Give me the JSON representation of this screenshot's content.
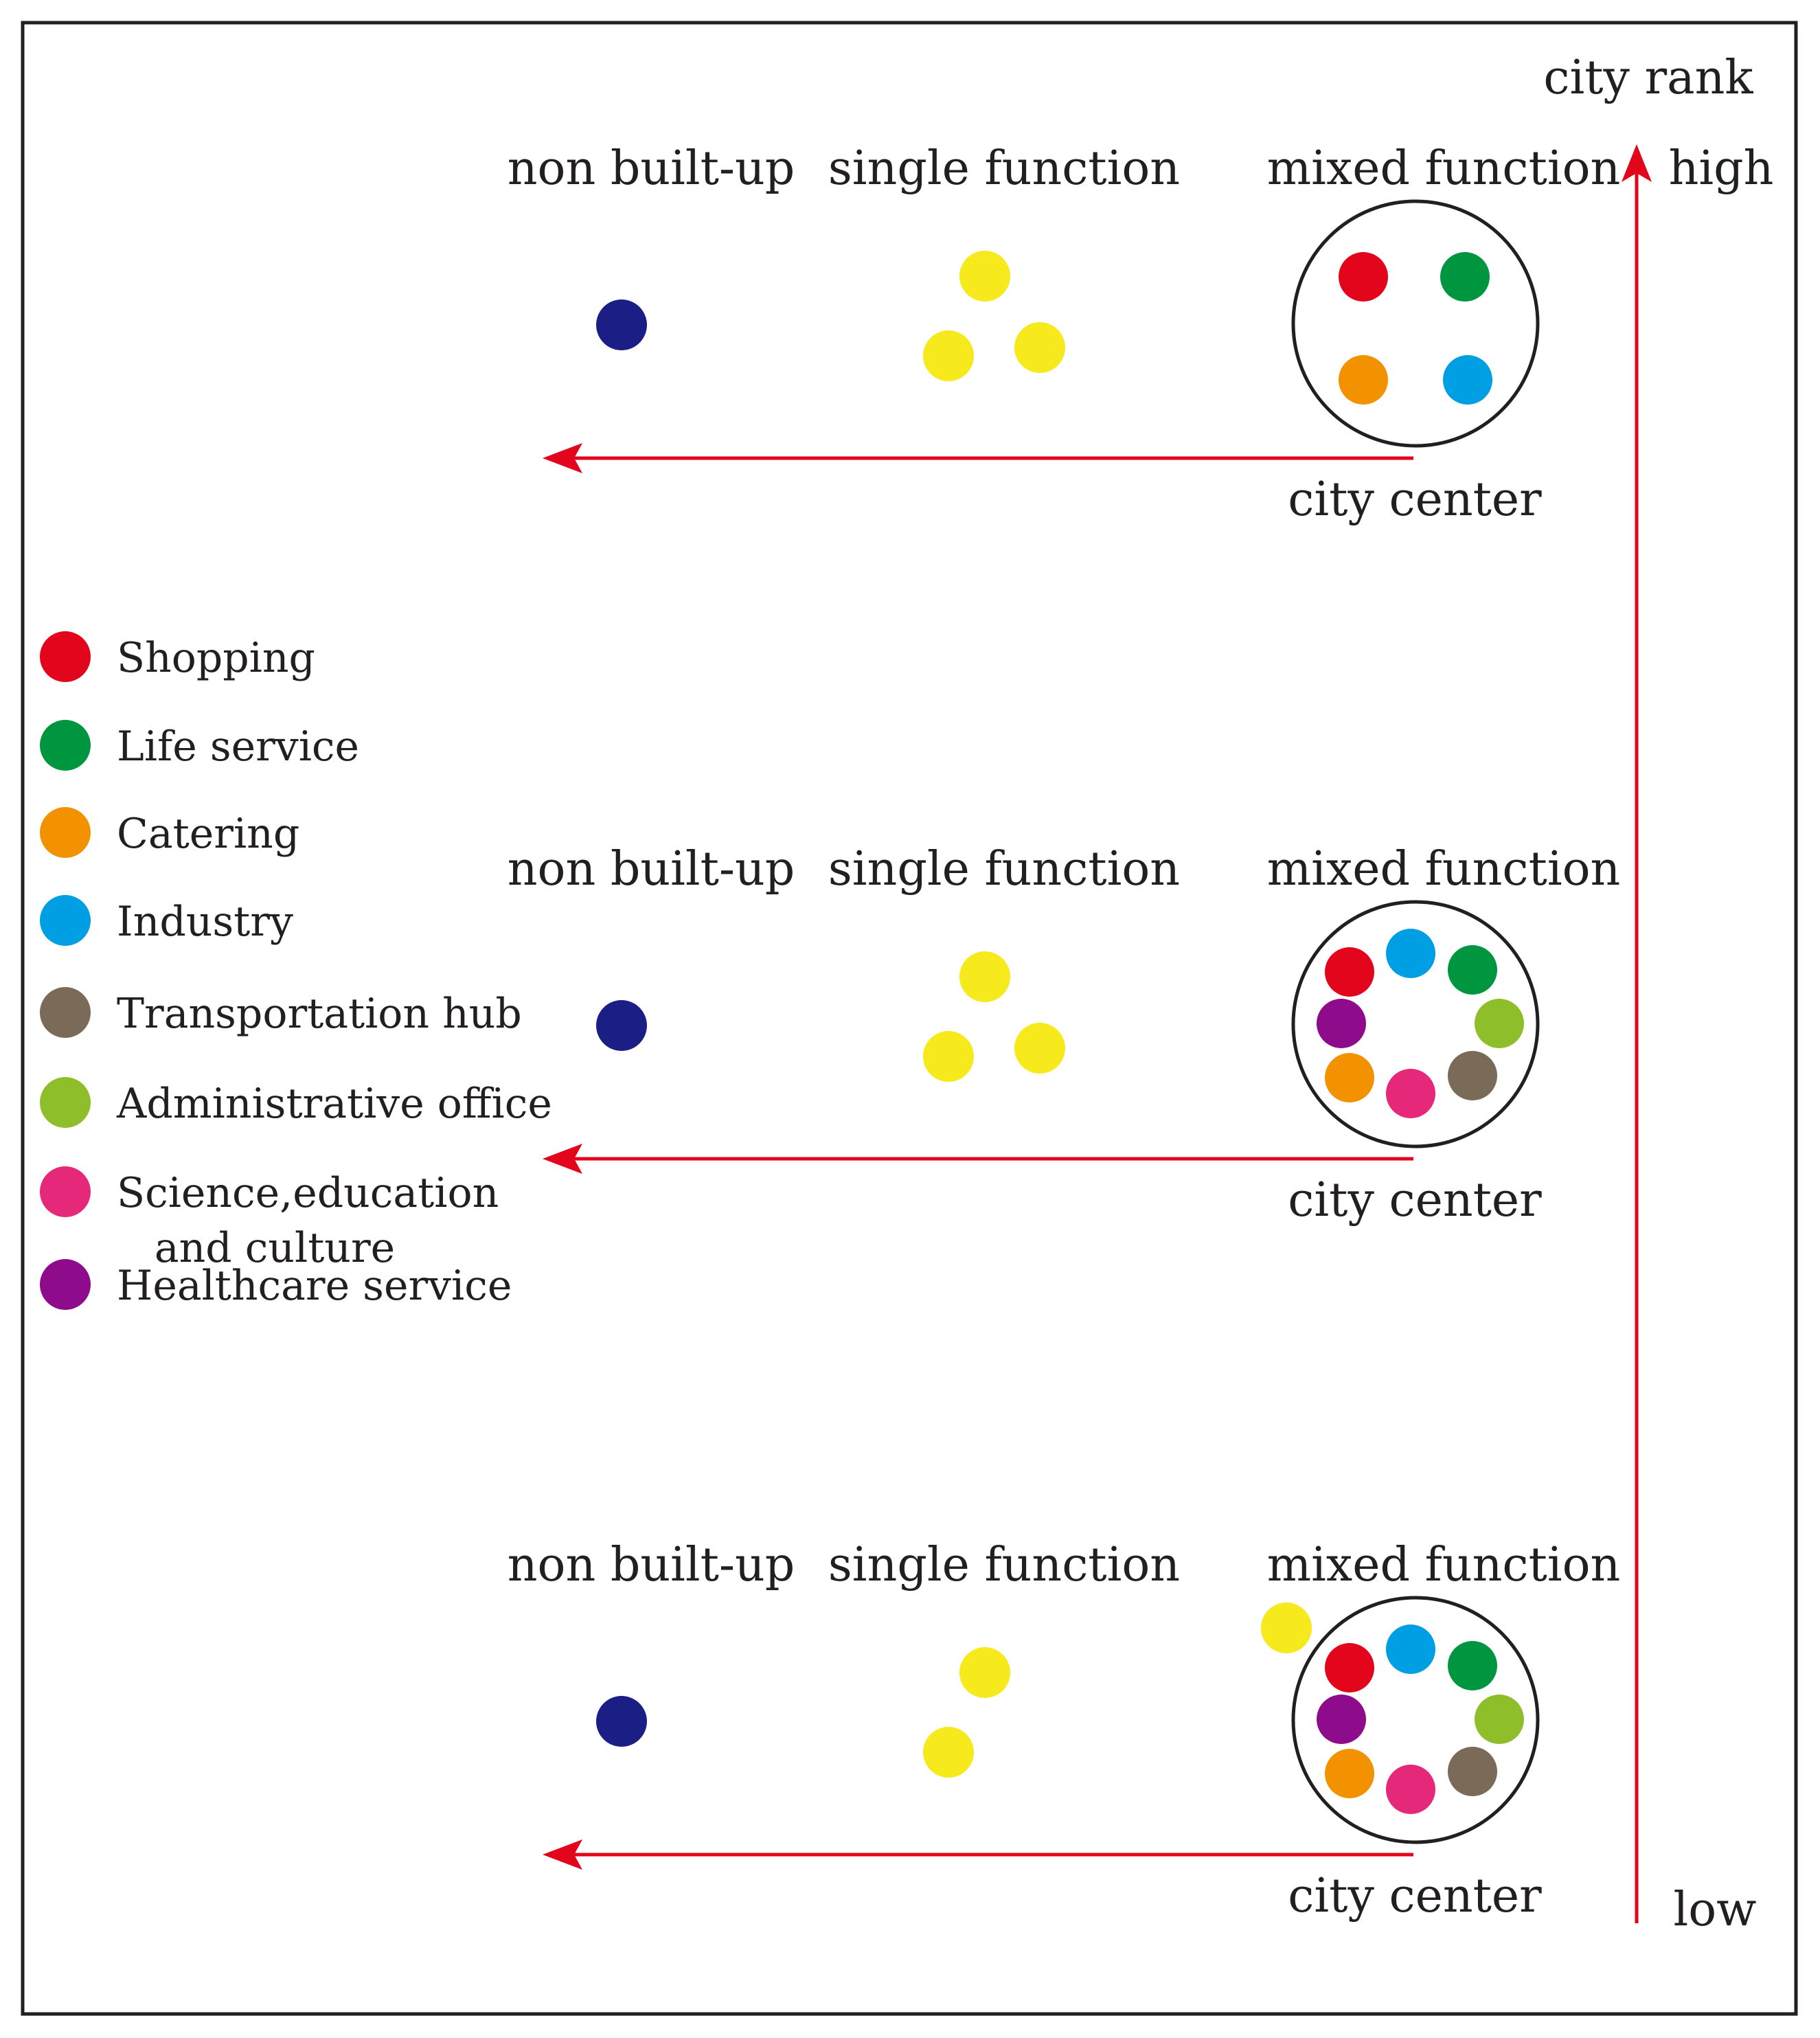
{
  "rows": [
    {
      "headers": {
        "non_built_up": "non built-up",
        "single_function": "single function",
        "mixed_function": "mixed function"
      },
      "center_label": "city center",
      "non_built_up_dot_color": "#1b1e85",
      "single_function_dot_color": "#f6e91c",
      "single_function_dot_count": 3,
      "mixed_function_colors": [
        "#e3051b",
        "#009640",
        "#f39200",
        "#009fe3"
      ],
      "outlier_single_function_dots": 0
    },
    {
      "headers": {
        "non_built_up": "non built-up",
        "single_function": "single function",
        "mixed_function": "mixed function"
      },
      "center_label": "city center",
      "non_built_up_dot_color": "#1b1e85",
      "single_function_dot_color": "#f6e91c",
      "single_function_dot_count": 3,
      "mixed_function_colors": [
        "#e3051b",
        "#009fe3",
        "#009640",
        "#8ebe2a",
        "#7a6a58",
        "#e6287a",
        "#f39200",
        "#8e0c8c"
      ],
      "outlier_single_function_dots": 0
    },
    {
      "headers": {
        "non_built_up": "non built-up",
        "single_function": "single function",
        "mixed_function": "mixed function"
      },
      "center_label": "city center",
      "non_built_up_dot_color": "#1b1e85",
      "single_function_dot_color": "#f6e91c",
      "single_function_dot_count": 2,
      "mixed_function_colors": [
        "#e3051b",
        "#009fe3",
        "#009640",
        "#8ebe2a",
        "#7a6a58",
        "#e6287a",
        "#f39200",
        "#8e0c8c"
      ],
      "outlier_single_function_dots": 1
    }
  ],
  "axis": {
    "title": "city rank",
    "high_label": "high",
    "low_label": "low"
  },
  "legend": [
    {
      "lines": [
        "Shopping"
      ],
      "color": "#e3051b"
    },
    {
      "lines": [
        "Life service"
      ],
      "color": "#009640"
    },
    {
      "lines": [
        "Catering"
      ],
      "color": "#f39200"
    },
    {
      "lines": [
        "Industry"
      ],
      "color": "#009fe3"
    },
    {
      "lines": [
        "Transportation hub"
      ],
      "color": "#7a6a58"
    },
    {
      "lines": [
        "Administrative office"
      ],
      "color": "#8ebe2a"
    },
    {
      "lines": [
        "Science,education",
        "and culture"
      ],
      "color": "#e6287a"
    },
    {
      "lines": [
        "Healthcare service"
      ],
      "color": "#8e0c8c"
    }
  ],
  "colors": {
    "arrow": "#e3051b",
    "frame": "#231f20",
    "text": "#231f20"
  }
}
